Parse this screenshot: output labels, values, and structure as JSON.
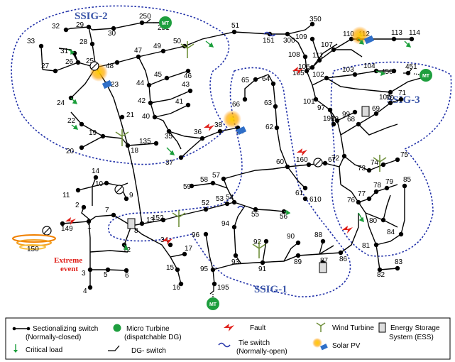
{
  "regions": [
    {
      "id": "ssig2",
      "label": "SSIG-2"
    },
    {
      "id": "ssig3",
      "label": "SSIG-3"
    },
    {
      "id": "ssig1",
      "label": "SSIG-1"
    }
  ],
  "event": {
    "line1": "Extreme",
    "line2": "event"
  },
  "node_labels": {
    "n1": "1",
    "n2": "2",
    "n3": "3",
    "n4": "4",
    "n5": "5",
    "n6": "6",
    "n7": "7",
    "n8": "8",
    "n9": "9",
    "n10": "10",
    "n11": "11",
    "n12": "12",
    "n13": "13",
    "n14": "14",
    "n15": "15",
    "n16": "16",
    "n17": "17",
    "n18": "18",
    "n19": "19",
    "n20": "20",
    "n21": "21",
    "n22": "22",
    "n23": "23",
    "n24": "24",
    "n25": "25",
    "n26": "26",
    "n27": "27",
    "n28": "28",
    "n29": "29",
    "n30": "30",
    "n31": "31",
    "n32": "32",
    "n33": "33",
    "n34": "34",
    "n35": "35",
    "n36": "36",
    "n37": "37",
    "n38": "38",
    "n39": "39",
    "n40": "40",
    "n41": "41",
    "n42": "42",
    "n43": "43",
    "n44": "44",
    "n45": "45",
    "n46": "46",
    "n47": "47",
    "n48": "48",
    "n49": "49",
    "n50": "50",
    "n51": "51",
    "n52": "52",
    "n53": "53",
    "n54": "54",
    "n55": "55",
    "n56": "56",
    "n57": "57",
    "n58": "58",
    "n59": "59",
    "n60": "60",
    "n61": "61",
    "n62": "62",
    "n63": "63",
    "n64": "64",
    "n65": "65",
    "n66": "66",
    "n67": "67",
    "n68": "68",
    "n69": "69",
    "n70": "70",
    "n71": "71",
    "n72": "72",
    "n73": "73",
    "n74": "74",
    "n75": "75",
    "n76": "76",
    "n77": "77",
    "n78": "78",
    "n79": "79",
    "n80": "80",
    "n81": "81",
    "n82": "82",
    "n83": "83",
    "n84": "84",
    "n85": "85",
    "n86": "86",
    "n87": "87",
    "n88": "88",
    "n89": "89",
    "n90": "90",
    "n91": "91",
    "n92": "92",
    "n93": "93",
    "n94": "94",
    "n95": "95",
    "n96": "96",
    "n97": "97",
    "n98": "98",
    "n99": "99",
    "n100": "100",
    "n101": "101",
    "n102": "102",
    "n103": "103",
    "n104": "104",
    "n105": "105",
    "n106": "106",
    "n107": "107",
    "n108": "108",
    "n109": "109",
    "n110": "110",
    "n111": "111",
    "n112": "112",
    "n113": "113",
    "n114": "114",
    "n135": "135",
    "n149": "149",
    "n150": "150",
    "n151": "151",
    "n152": "152",
    "n160": "160",
    "n191": "191",
    "n195": "195",
    "n250": "250",
    "n251": "251",
    "n300": "300",
    "n350": "350",
    "n450": "450",
    "n451": "451",
    "n610": "610"
  },
  "mt_label": "MT",
  "legend": {
    "sectionalizing": "Sectionalizing switch",
    "sectionalizing_sub": "(Normally-closed)",
    "critical": "Critical load",
    "mt": "Micro Turbine",
    "mt_sub": "(dispatchable DG)",
    "dg_switch": "DG- switch",
    "fault": "Fault",
    "tie": "Tie switch",
    "tie_sub": "(Normally-open)",
    "wind": "Wind Turbine",
    "solar": "Solar PV",
    "ess": "Energy Storage",
    "ess_sub": "System (ESS)"
  },
  "colors": {
    "zone": "#1f2fa8",
    "ssig_text": "#3a55a8",
    "mt": "#1e9e3e",
    "fault": "#e0201a",
    "critical": "#1a9e3a",
    "wind": "#6f8f3a",
    "solar_glow": "#ffb000",
    "solar_panel": "#2f6fc8"
  }
}
